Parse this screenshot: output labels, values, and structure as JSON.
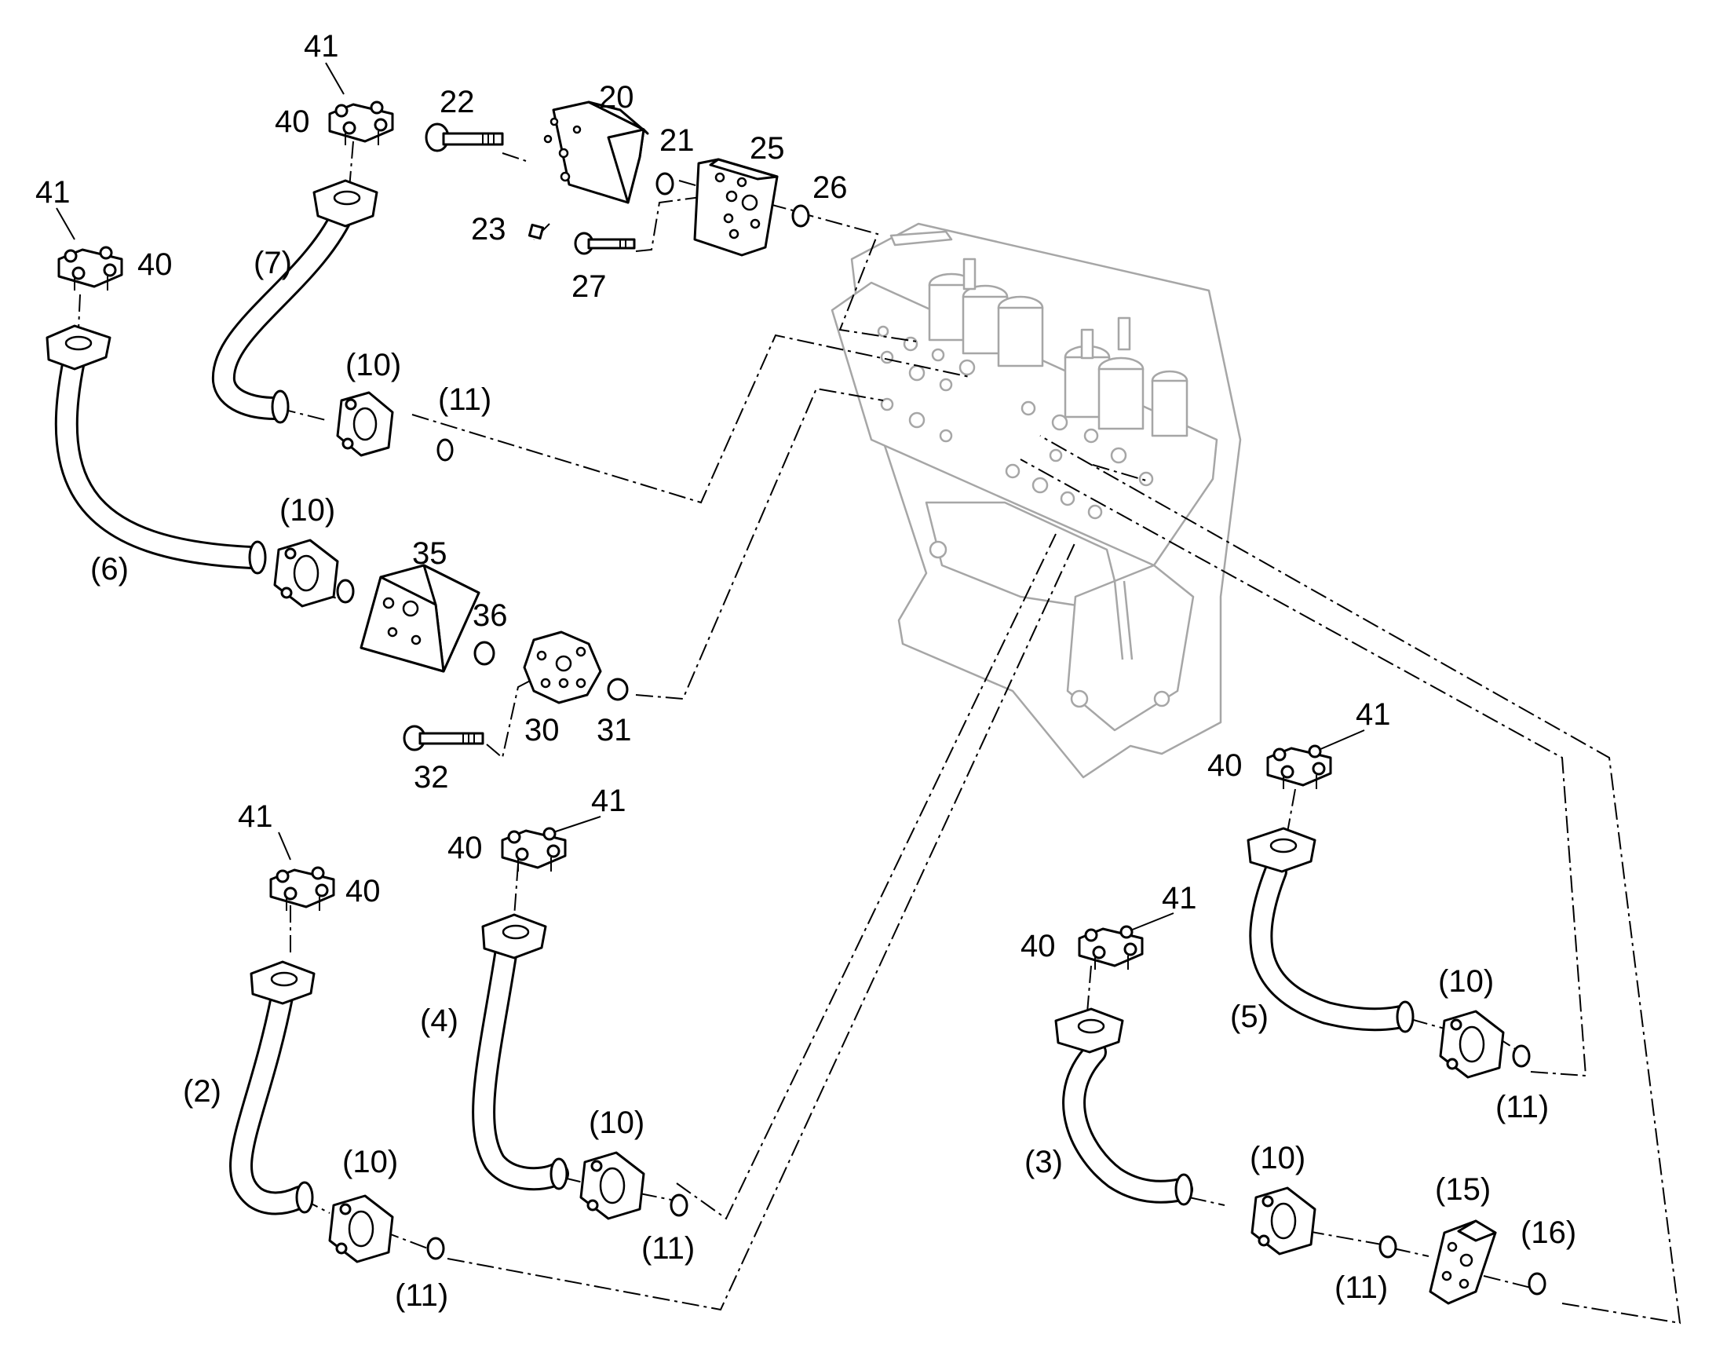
{
  "labels": {
    "p41_a": "41",
    "p40_a": "40",
    "p22": "22",
    "p20": "20",
    "p21": "21",
    "p25": "25",
    "p26": "26",
    "p23": "23",
    "p27": "27",
    "p41_b": "41",
    "p40_b": "40",
    "p7": "(7)",
    "p10_a": "(10)",
    "p11_a": "(11)",
    "p10_b": "(10)",
    "p6": "(6)",
    "p35": "35",
    "p36": "36",
    "p30": "30",
    "p31": "31",
    "p32": "32",
    "p41_c": "41",
    "p40_c": "40",
    "p41_d": "41",
    "p40_d": "40",
    "p4": "(4)",
    "p2": "(2)",
    "p10_c": "(10)",
    "p11_c": "(11)",
    "p10_d": "(10)",
    "p11_d": "(11)",
    "p41_e": "41",
    "p40_e": "40",
    "p5": "(5)",
    "p10_e": "(10)",
    "p11_e": "(11)",
    "p41_f": "41",
    "p40_f": "40",
    "p3": "(3)",
    "p10_f": "(10)",
    "p11_f": "(11)",
    "p15": "(15)",
    "p16": "(16)"
  }
}
